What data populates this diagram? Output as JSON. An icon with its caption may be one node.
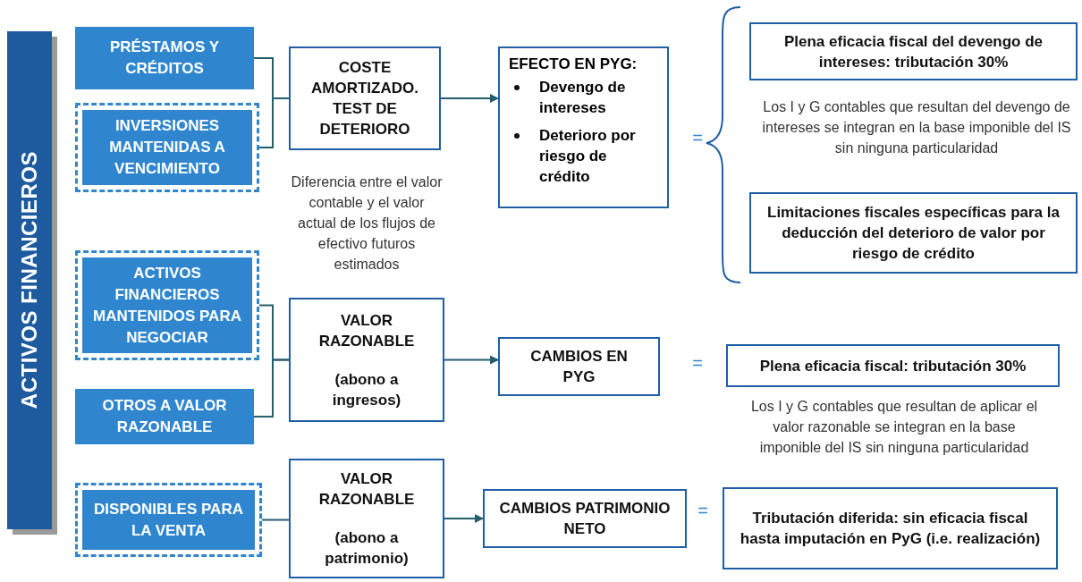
{
  "diagram": {
    "nodes": [
      {
        "text": [
          "ACTIVOS FINANCIEROS"
        ]
      },
      {
        "text": [
          "PRÉSTAMOS Y CRÉDITOS"
        ]
      },
      {
        "text": [
          "INVERSIONES MANTENIDAS A VENCIMIENTO"
        ]
      },
      {
        "text": [
          "COSTE AMORTIZADO. TEST DE DETERIORO"
        ]
      },
      {
        "text": [
          "EFECTO EN PYG:",
          "Devengo de intereses",
          "Deterioro por riesgo de crédito"
        ]
      },
      {
        "text": [
          "Plena eficacia fiscal del devengo de intereses: tributación 30%"
        ]
      },
      {
        "text": [
          "Limitaciones fiscales específicas para la deducción del deterioro de valor por riesgo de crédito"
        ]
      },
      {
        "text": [
          "ACTIVOS FINANCIEROS MANTENIDOS PARA NEGOCIAR"
        ]
      },
      {
        "text": [
          "OTROS A VALOR RAZONABLE"
        ]
      },
      {
        "text": [
          "VALOR RAZONABLE",
          "(abono a ingresos)"
        ]
      },
      {
        "text": [
          "CAMBIOS EN PYG"
        ]
      },
      {
        "text": [
          "Plena eficacia fiscal: tributación 30%"
        ]
      },
      {
        "text": [
          "DISPONIBLES PARA LA VENTA"
        ]
      },
      {
        "text": [
          "VALOR RAZONABLE",
          "(abono a patrimonio)"
        ]
      },
      {
        "text": [
          "CAMBIOS PATRIMONIO NETO"
        ]
      },
      {
        "text": [
          "Tributación diferida: sin eficacia fiscal hasta imputación en PyG (i.e. realización)"
        ]
      }
    ],
    "edges": [
      {
        "from": 1,
        "to": 3,
        "arrow": "none"
      },
      {
        "from": 2,
        "to": 3,
        "arrow": "none"
      },
      {
        "from": 3,
        "to": 4,
        "arrow": "to"
      },
      {
        "from": 7,
        "to": 9,
        "arrow": "none"
      },
      {
        "from": 8,
        "to": 9,
        "arrow": "none"
      },
      {
        "from": 9,
        "to": 10,
        "arrow": "to"
      },
      {
        "from": 12,
        "to": 13,
        "arrow": "none"
      },
      {
        "from": 13,
        "to": 14,
        "arrow": "to"
      }
    ],
    "labels": [
      "Los I y G contables que resultan del devengo de intereses se integran en la base imponible del IS sin ninguna particularidad",
      "=",
      "Diferencia entre el valor contable y el valor actual de los flujos de efectivo futuros estimados",
      "=",
      "Los I y G contables que resultan de aplicar el valor razonable se integran en la base imponible del IS sin ninguna particularidad",
      "="
    ]
  }
}
